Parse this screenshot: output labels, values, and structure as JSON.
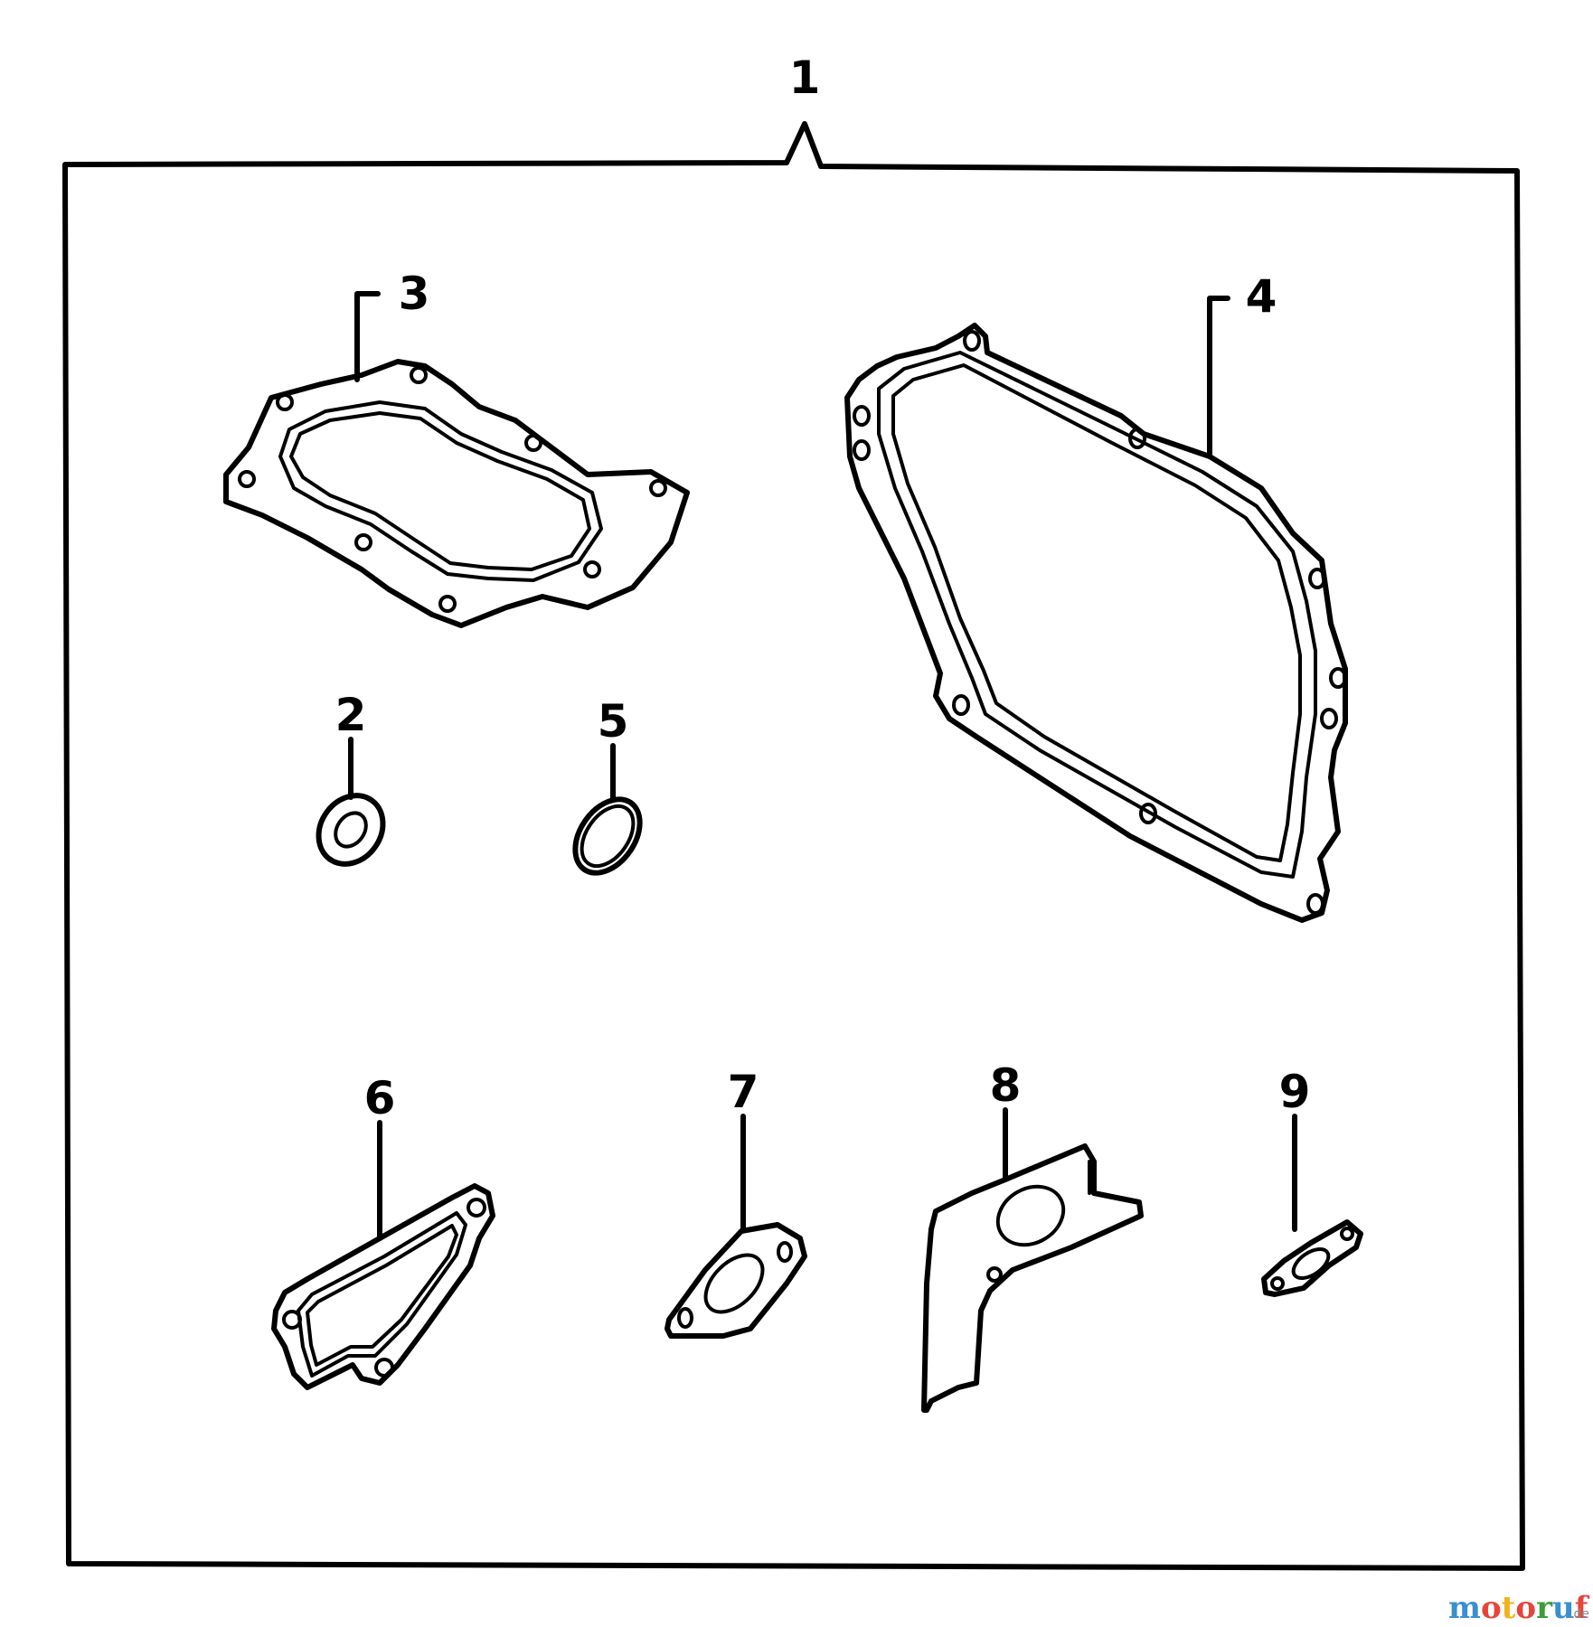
{
  "diagram": {
    "callouts": {
      "n1": "1",
      "n2": "2",
      "n3": "3",
      "n4": "4",
      "n5": "5",
      "n6": "6",
      "n7": "7",
      "n8": "8",
      "n9": "9"
    }
  },
  "watermark": {
    "text": "motoruf",
    "suffix": ".de",
    "colors": {
      "m": "#3a8fd0",
      "o": "#e8443a",
      "t": "#f2b21c",
      "r": "#3a9d3a",
      "u": "#3a8fd0",
      "f": "#e8443a"
    }
  }
}
